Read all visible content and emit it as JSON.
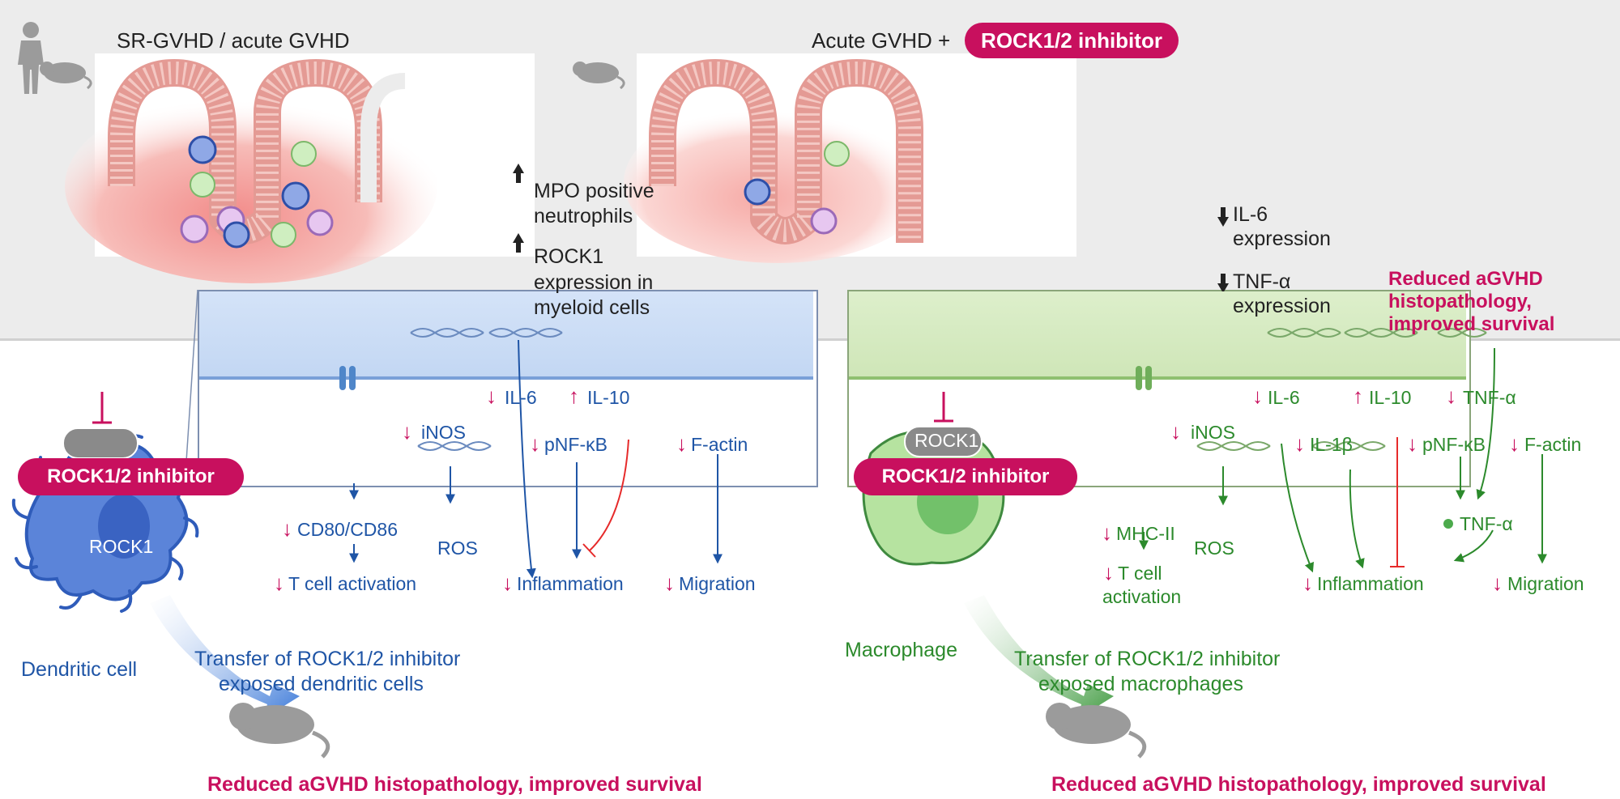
{
  "top": {
    "left_title": "SR-GVHD / acute GVHD",
    "right_title_prefix": "Acute GVHD +",
    "right_title_pill": "ROCK1/2 inhibitor",
    "left_notes": [
      "MPO positive",
      "neutrophils",
      "ROCK1",
      "expression in",
      "myeloid cells"
    ],
    "right_notes": [
      "IL-6",
      "expression",
      "TNF-α",
      "expression"
    ],
    "outcome": [
      "Reduced aGVHD",
      "histopathology,",
      "improved survival"
    ]
  },
  "dc": {
    "inhibitor": "ROCK1/2 inhibitor",
    "rock1": "ROCK1",
    "cell_label": "Dendritic cell",
    "transfer": [
      "Transfer of ROCK1/2 inhibitor",
      "exposed dendritic cells"
    ],
    "outcome": "Reduced aGVHD histopathology, improved survival",
    "il6": "IL-6",
    "il10": "IL-10",
    "inos": "iNOS",
    "pnfkb": "pNF-κB",
    "factin": "F-actin",
    "cd": "CD80/CD86",
    "ros": "ROS",
    "tcell": "T cell activation",
    "inflammation": "Inflammation",
    "migration": "Migration"
  },
  "mac": {
    "inhibitor": "ROCK1/2 inhibitor",
    "rock1": "ROCK1",
    "cell_label": "Macrophage",
    "transfer": [
      "Transfer of ROCK1/2 inhibitor",
      "exposed macrophages"
    ],
    "outcome": "Reduced aGVHD histopathology, improved survival",
    "il6": "IL-6",
    "il10": "IL-10",
    "tnfa": "TNF-α",
    "inos": "iNOS",
    "il1b": "IL-1β",
    "pnfkb": "pNF-κB",
    "factin": "F-actin",
    "mhc": "MHC-II",
    "ros": "ROS",
    "tnfa2": "TNF-α",
    "tcell1": "T cell",
    "tcell2": "activation",
    "inflammation": "Inflammation",
    "migration": "Migration"
  },
  "colors": {
    "magenta": "#c8105e",
    "blue": "#1f55a6",
    "green": "#2c8a2c",
    "blue_panel": "#cfe0f7",
    "green_panel": "#d7ecc2",
    "tissue": "#f7c1bd"
  },
  "icons": [
    "human-silhouette-icon",
    "mouse-icon",
    "dna-gene-icon",
    "up-arrow-icon",
    "down-arrow-icon",
    "receptor-icon"
  ]
}
